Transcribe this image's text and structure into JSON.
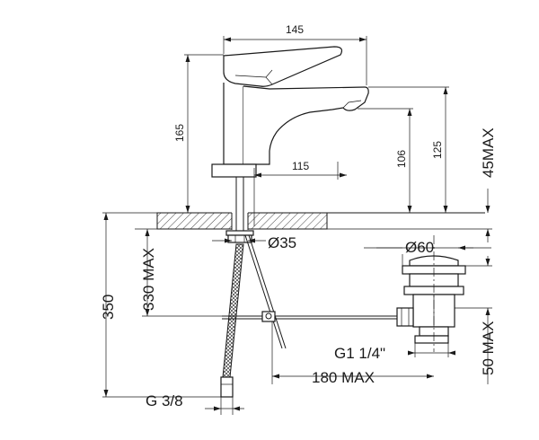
{
  "dimensions": {
    "width_145": "145",
    "height_165": "165",
    "spout_106": "106",
    "height_125": "125",
    "reach_115": "115",
    "max_45": "45MAX",
    "dia_35": "Ø35",
    "dia_60": "Ø60",
    "max_330": "330 MAX",
    "total_350": "350",
    "thread_g114": "G1 1/4\"",
    "max_180": "180 MAX",
    "max_50": "50 MAX",
    "thread_g38": "G 3/8"
  },
  "colors": {
    "line": "#1a1a1a",
    "background": "#ffffff"
  }
}
